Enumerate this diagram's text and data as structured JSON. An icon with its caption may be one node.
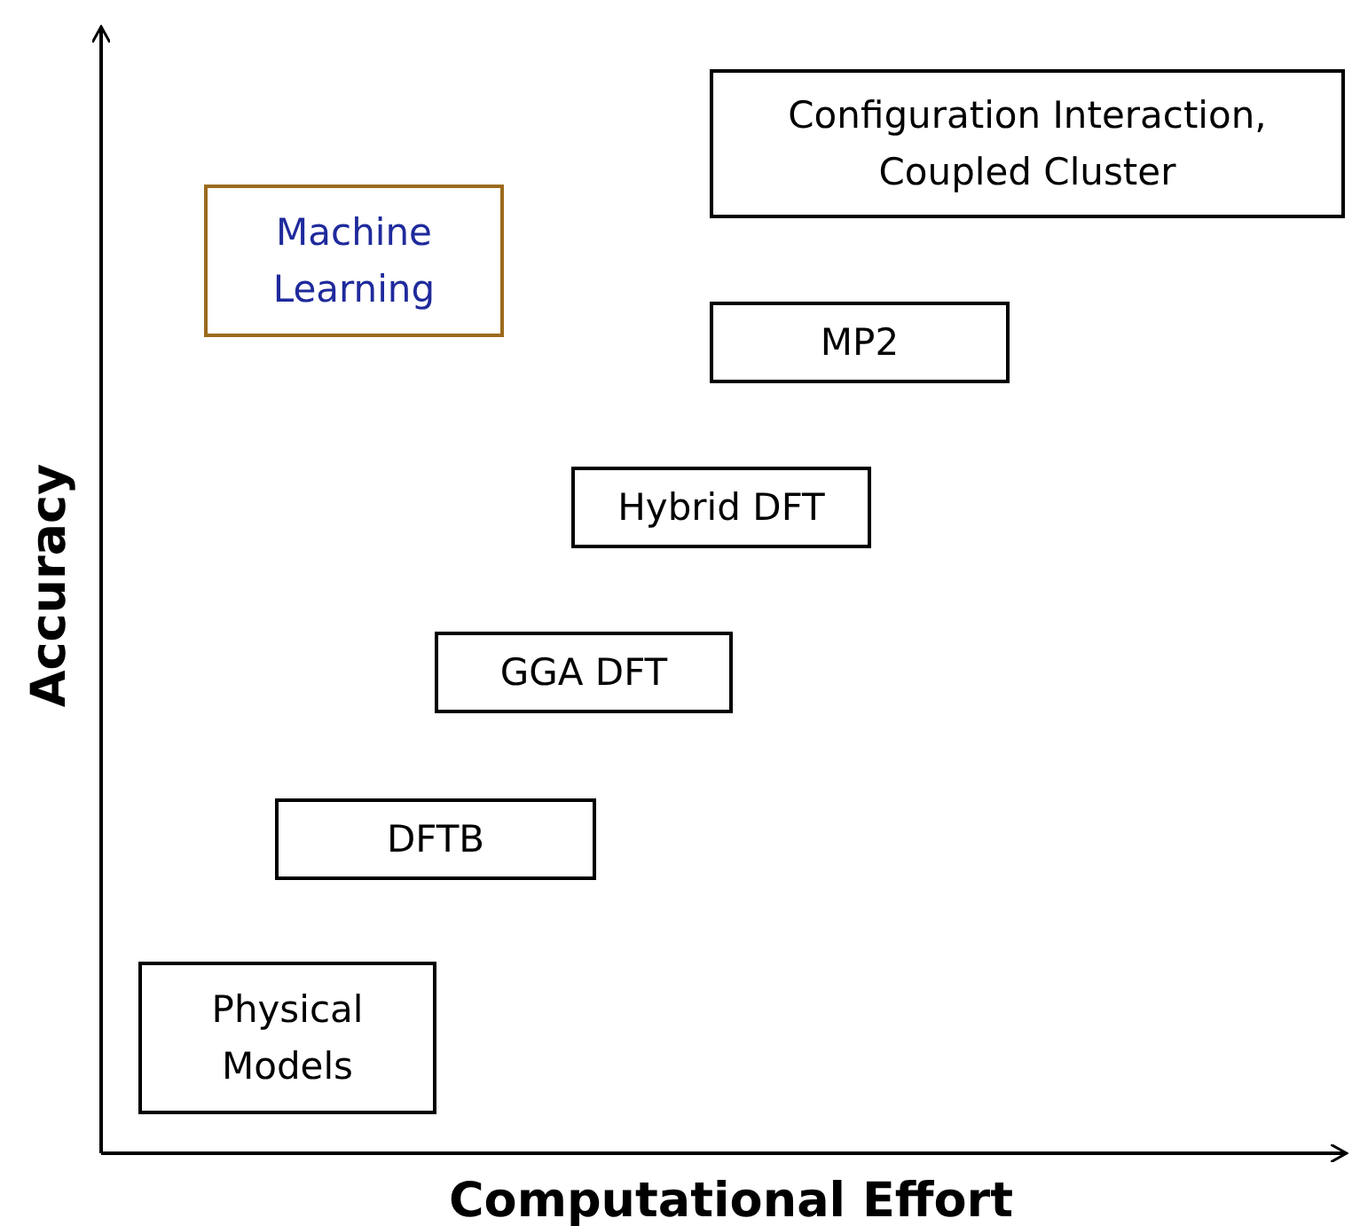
{
  "diagram": {
    "nodes": [
      {
        "text": [
          "Configuration Interaction, Coupled Cluster"
        ]
      },
      {
        "text": [
          "Machine Learning"
        ]
      },
      {
        "text": [
          "MP2"
        ]
      },
      {
        "text": [
          "Hybrid DFT"
        ]
      },
      {
        "text": [
          "GGA DFT"
        ]
      },
      {
        "text": [
          "DFTB"
        ]
      },
      {
        "text": [
          "Physical Models"
        ]
      }
    ],
    "labels": [
      "Accuracy",
      "Computational Effort"
    ]
  }
}
